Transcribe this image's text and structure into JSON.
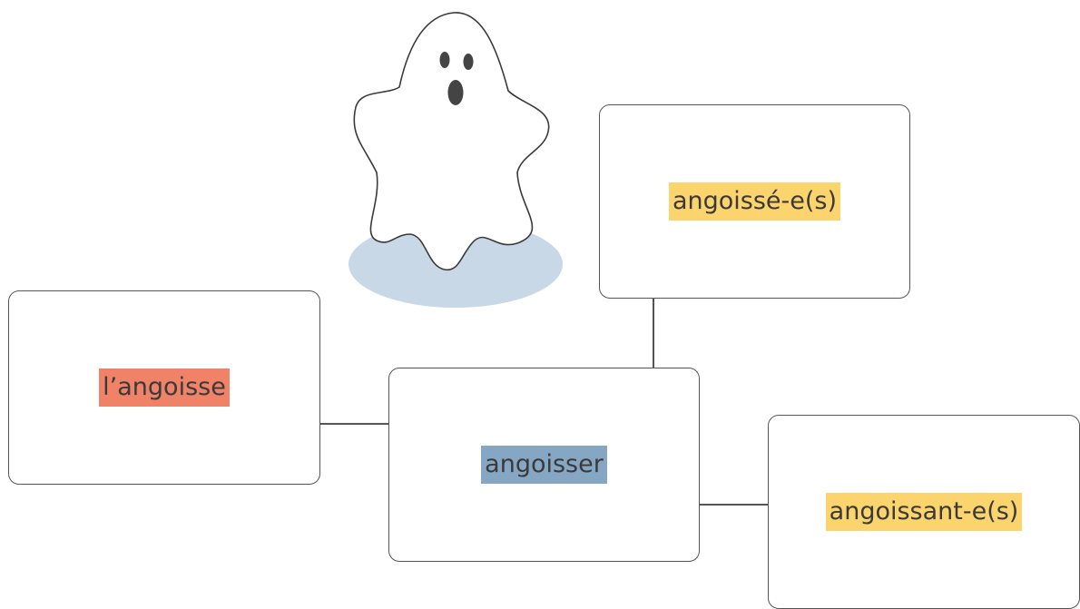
{
  "nodes": {
    "noun": {
      "label": "l’angoisse",
      "highlight": "#f08268"
    },
    "verb": {
      "label": "angoisser",
      "highlight": "#86a7c4"
    },
    "past_participle": {
      "label": "angoissé-e(s)",
      "highlight": "#fcd46e"
    },
    "present_participle": {
      "label": "angoissant-e(s)",
      "highlight": "#fcd46e"
    }
  },
  "illustration": {
    "icon": "ghost-icon",
    "shadow_color": "#c8d8e6"
  }
}
